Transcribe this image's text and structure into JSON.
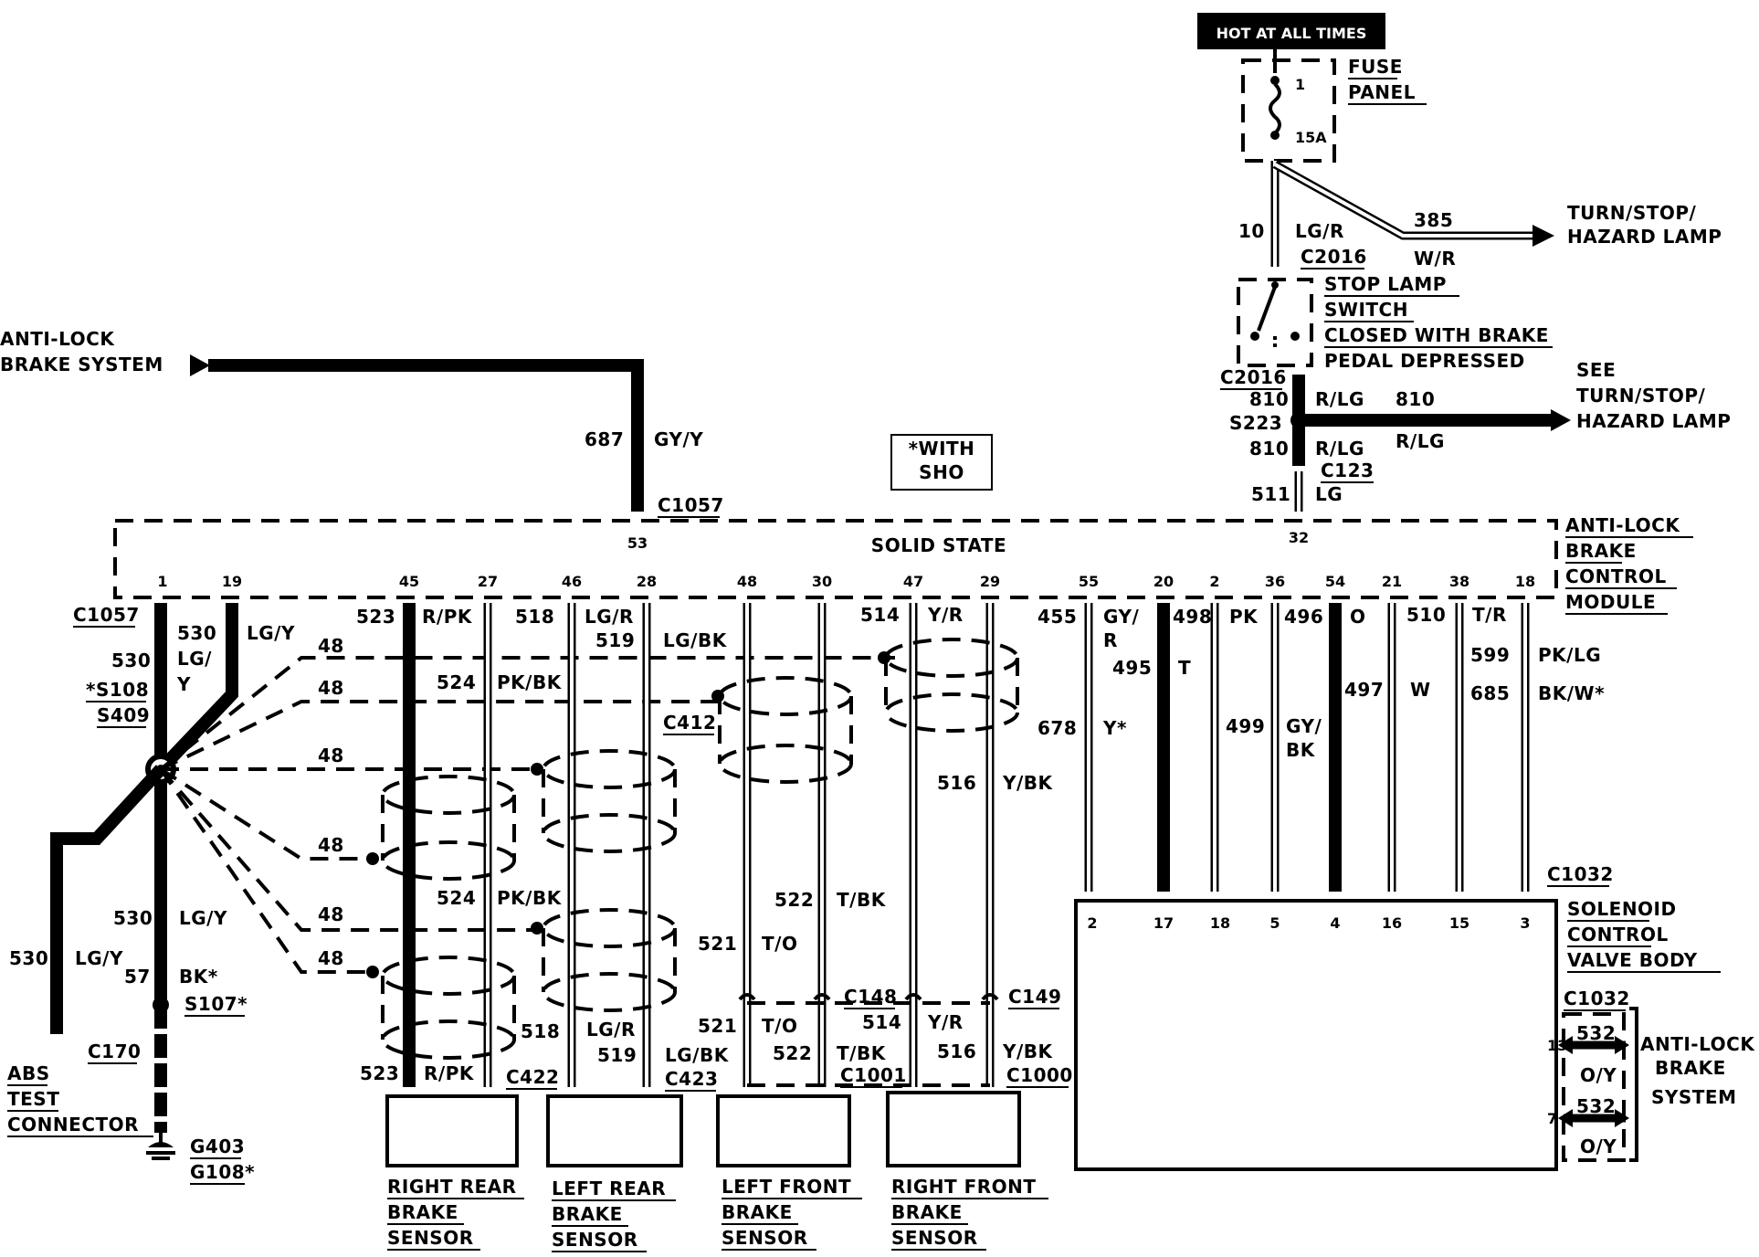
{
  "power": {
    "hot_label": "HOT AT ALL TIMES",
    "fuse_panel": [
      "FUSE",
      "PANEL"
    ],
    "fuse_num": "1",
    "fuse_rating": "15A"
  },
  "top_right": {
    "c2016_a": "C2016",
    "w10": "10",
    "c10": "LG/R",
    "w385": "385",
    "c385": "W/R",
    "turn1": [
      "TURN/STOP/",
      "HAZARD LAMP"
    ],
    "stop_switch": [
      "STOP LAMP",
      "SWITCH",
      "CLOSED WITH BRAKE",
      "PEDAL DEPRESSED"
    ],
    "c2016_b": "C2016",
    "w810a": "810",
    "c810a": "R/LG",
    "w810b": "810",
    "c810b": "R/LG",
    "s223": "S223",
    "w810c": "810",
    "c810c": "R/LG",
    "c123": "C123",
    "w511": "511",
    "c511": "LG",
    "see": [
      "SEE",
      "TURN/STOP/",
      "HAZARD LAMP"
    ]
  },
  "abs_in": {
    "label": [
      "ANTI-LOCK",
      "BRAKE SYSTEM"
    ],
    "w687": "687",
    "c687": "GY/Y",
    "c1057": "C1057"
  },
  "note": [
    "*WITH",
    "SHO"
  ],
  "module": {
    "solid_state": "SOLID STATE",
    "name": [
      "ANTI-LOCK",
      "BRAKE",
      "CONTROL",
      "MODULE"
    ],
    "pin53": "53",
    "pin32": "32",
    "pins": [
      "1",
      "19",
      "45",
      "27",
      "46",
      "28",
      "48",
      "30",
      "47",
      "29",
      "55",
      "20",
      "2",
      "36",
      "54",
      "21",
      "38",
      "18"
    ]
  },
  "left": {
    "c1057": "C1057",
    "w530a": "530",
    "c530a": "LG/",
    "c530a2": "Y",
    "w530b": "530",
    "c19": "LG/Y",
    "s108": "*S108",
    "s409": "S409",
    "w48": [
      "48",
      "48",
      "48",
      "48",
      "48",
      "48"
    ],
    "w530c": "530",
    "c530c": "LG/Y",
    "w530d": "530",
    "c530d": "LG/Y",
    "w57": "57",
    "c57": "BK*",
    "s107": "S107*",
    "c170": "C170",
    "abs_test": [
      "ABS",
      "TEST",
      "CONNECTOR"
    ],
    "g403": "G403",
    "g108": "G108*"
  },
  "sensors": {
    "w523": "523",
    "c523": "R/PK",
    "w518": "518",
    "c518": "LG/R",
    "w519": "519",
    "c519": "LG/BK",
    "w524": "524",
    "c524": "PK/BK",
    "c412": "C412",
    "w524b": "524",
    "c524b": "PK/BK",
    "w518b": "518",
    "w523b": "523",
    "c523b": "R/PK",
    "c422": "C422",
    "c518b": "LG/R",
    "w519b": "519",
    "c519b": "LG/BK",
    "c423": "C423",
    "w514": "514",
    "c514": "Y/R",
    "w516": "516",
    "c516": "Y/BK",
    "w522": "522",
    "c522": "T/BK",
    "w521": "521",
    "c521": "T/O",
    "c148": "C148",
    "c149": "C149",
    "w521b": "521",
    "c521b": "T/O",
    "w522b": "522",
    "c522b": "T/BK",
    "w514b": "514",
    "c514b": "Y/R",
    "w516b": "516",
    "c516b": "Y/BK",
    "c1001": "C1001",
    "c1000": "C1000",
    "rr": [
      "RIGHT REAR",
      "BRAKE",
      "SENSOR"
    ],
    "lr": [
      "LEFT REAR",
      "BRAKE",
      "SENSOR"
    ],
    "lf": [
      "LEFT FRONT",
      "BRAKE",
      "SENSOR"
    ],
    "rf": [
      "RIGHT FRONT",
      "BRAKE",
      "SENSOR"
    ]
  },
  "solenoid": {
    "w455": "455",
    "c455": "GY/",
    "c455b": "R",
    "w678": "678",
    "c678": "Y*",
    "w498": "498",
    "w495": "495",
    "c495": "T",
    "c498": "PK",
    "w499": "499",
    "c499": "GY/",
    "c499b": "BK",
    "w496": "496",
    "c496": "O",
    "w497": "497",
    "c497": "W",
    "w510": "510",
    "c510": "T/R",
    "w599": "599",
    "c599": "PK/LG",
    "w685": "685",
    "c685": "BK/W*",
    "c1032": "C1032",
    "name": [
      "SOLENOID",
      "CONTROL",
      "VALVE BODY"
    ],
    "pins": [
      "2",
      "17",
      "18",
      "5",
      "4",
      "16",
      "15",
      "3"
    ],
    "c1032b": "C1032",
    "p13": "13",
    "p7": "7",
    "w532a": "532",
    "c532a": "O/Y",
    "w532b": "532",
    "c532b": "O/Y",
    "abs_out": [
      "ANTI-LOCK",
      "BRAKE",
      "SYSTEM"
    ]
  }
}
